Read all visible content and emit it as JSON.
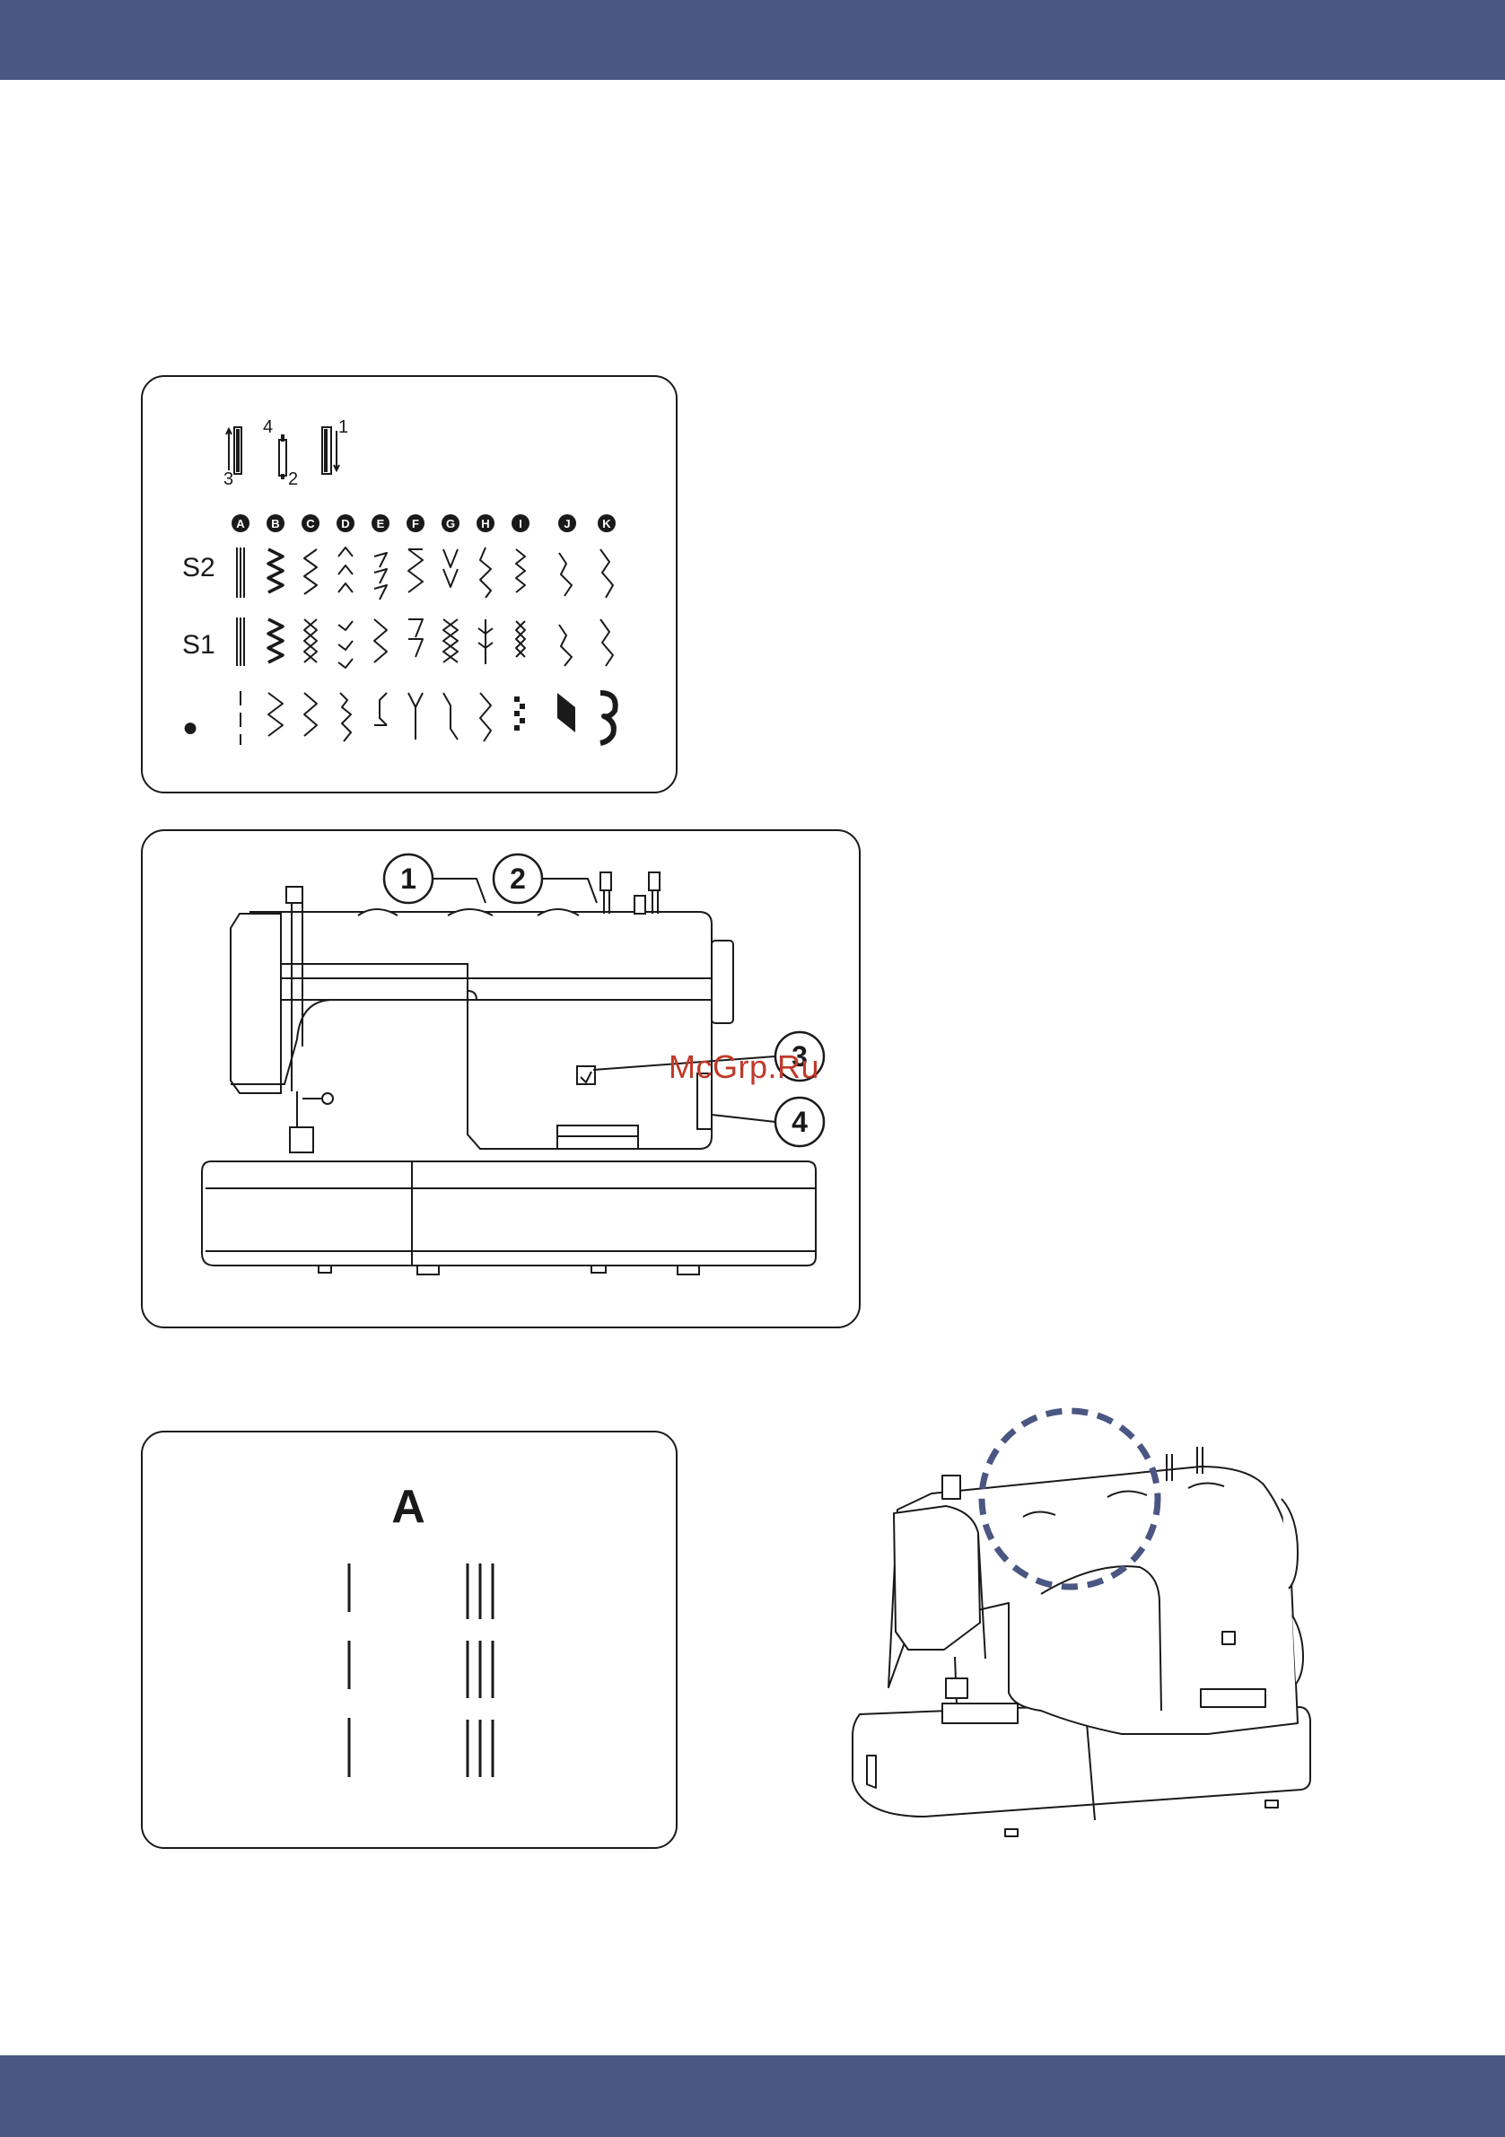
{
  "stitch_chart": {
    "pattern_positions": [
      "3",
      "4",
      "2",
      "1"
    ],
    "columns": [
      "A",
      "B",
      "C",
      "D",
      "E",
      "F",
      "G",
      "H",
      "I",
      "J",
      "K"
    ],
    "rows": [
      "S2",
      "S1",
      "●"
    ]
  },
  "machine_figure": {
    "callouts": [
      "1",
      "2",
      "3",
      "4"
    ],
    "watermark": "McGrp.Ru"
  },
  "straight_stitch": {
    "label": "A"
  },
  "colors": {
    "band": "#4a5783",
    "outline": "#1a1a1a",
    "highlight_circle": "#4a5783",
    "watermark": "#c0392b"
  }
}
